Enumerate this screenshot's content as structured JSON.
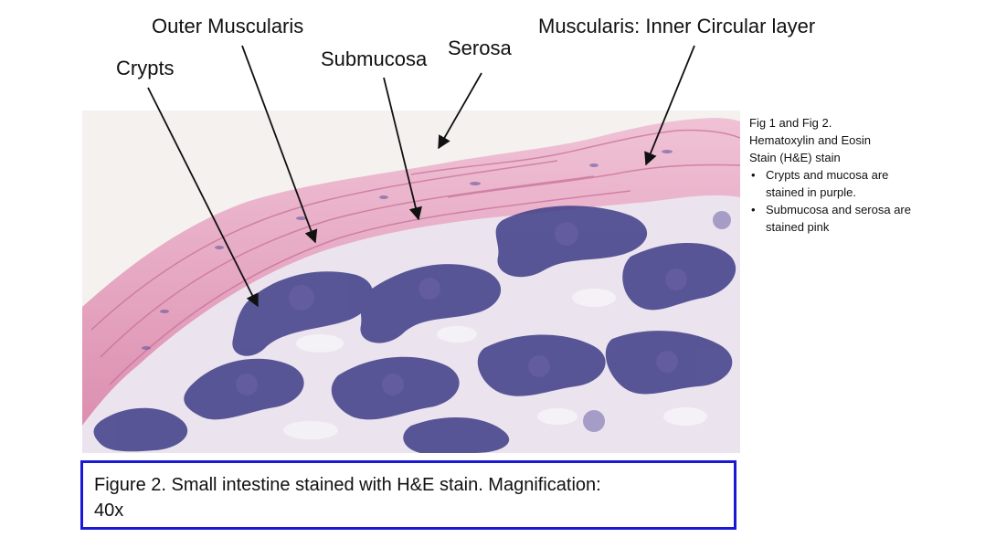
{
  "labels": {
    "outer_muscularis": "Outer Muscularis",
    "inner_circular": "Muscularis: Inner Circular layer",
    "submucosa": "Submucosa",
    "serosa": "Serosa",
    "crypts": "Crypts"
  },
  "side_note": {
    "heading_line1": "Fig 1 and Fig 2.",
    "heading_line2": "Hematoxylin and Eosin",
    "heading_line3": "Stain (H&E) stain",
    "bullets": [
      "Crypts and mucosa are stained in purple.",
      "Submucosa and serosa are stained pink"
    ]
  },
  "caption": {
    "line1": "Figure 2. Small intestine stained with H&E stain. Magnification:",
    "line2": "40x"
  },
  "colors": {
    "border_blue": "#1a1ad6",
    "stain_pink": "#e8a9c2",
    "stain_purple": "#3e3d86",
    "background_tissue": "#ece8f0"
  }
}
